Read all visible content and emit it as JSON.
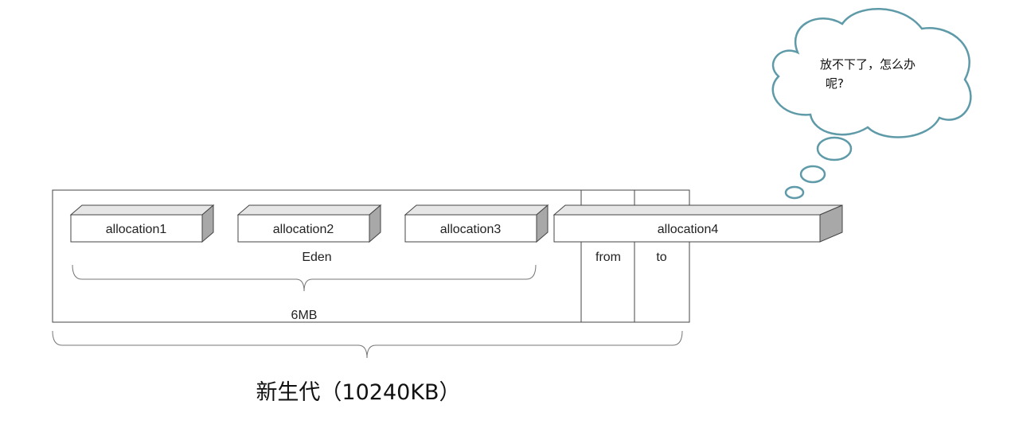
{
  "eden_label": "Eden",
  "from_label": "from",
  "to_label": "to",
  "allocations": [
    "allocation1",
    "allocation2",
    "allocation3",
    "allocation4"
  ],
  "eden_size_label": "6MB",
  "young_gen_label": "新生代（10240KB）",
  "thought_line1": "放不下了，怎么办",
  "thought_line2": "呢?"
}
